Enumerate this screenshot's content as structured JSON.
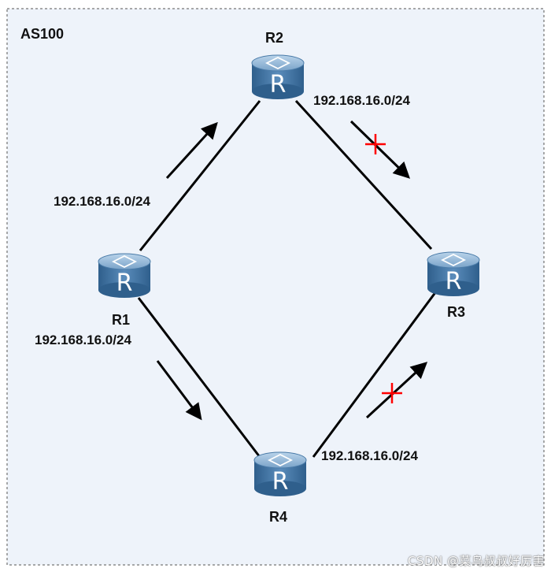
{
  "diagram": {
    "as_label": "AS100",
    "routers": [
      {
        "id": "R1",
        "label": "R1",
        "icon": "router-icon",
        "glyph": "R"
      },
      {
        "id": "R2",
        "label": "R2",
        "icon": "router-icon",
        "glyph": "R"
      },
      {
        "id": "R3",
        "label": "R3",
        "icon": "router-icon",
        "glyph": "R"
      },
      {
        "id": "R4",
        "label": "R4",
        "icon": "router-icon",
        "glyph": "R"
      }
    ],
    "links": [
      {
        "from": "R1",
        "to": "R2"
      },
      {
        "from": "R2",
        "to": "R3"
      },
      {
        "from": "R1",
        "to": "R4"
      },
      {
        "from": "R4",
        "to": "R3"
      }
    ],
    "advertisements": [
      {
        "prefix": "192.168.16.0/24",
        "from": "R1",
        "to": "R2",
        "blocked": false
      },
      {
        "prefix": "192.168.16.0/24",
        "from": "R2",
        "to": "R3",
        "blocked": true
      },
      {
        "prefix": "192.168.16.0/24",
        "from": "R1",
        "to": "R4",
        "blocked": false
      },
      {
        "prefix": "192.168.16.0/24",
        "from": "R4",
        "to": "R3",
        "blocked": true
      }
    ],
    "colors": {
      "background": "#eef3fa",
      "border": "#8c8c8c",
      "link": "#000000",
      "arrow": "#000000",
      "block_mark": "#ff0000",
      "router_body": "#4a7ba8",
      "router_top": "#8fb4d6"
    }
  },
  "watermark": "CSDN @菜鸟叔叔好厉害"
}
